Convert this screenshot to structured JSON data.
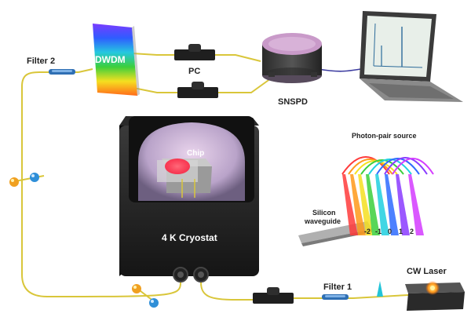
{
  "labels": {
    "filter2": "Filter 2",
    "dwdm": "DWDM",
    "pc": "PC",
    "snspd": "SNSPD",
    "chip": "Chip",
    "photon_pair_source": "Photon-pair source",
    "silicon": "Silicon",
    "waveguide": "waveguide",
    "cryostat": "4 K Cryostat",
    "filter1": "Filter 1",
    "cw_laser": "CW Laser"
  },
  "channels": [
    "-2",
    "-1",
    "0",
    "1",
    "2"
  ],
  "colors": {
    "fiber": "#d9c63a",
    "cryostat_body": "#1b1b1b",
    "snspd_top": "#c99ac9",
    "laser_spot": "#ff8a1a",
    "chip_glow": "#ff2a4a"
  },
  "icons": [
    "laptop-icon",
    "paddle-controller-icon",
    "qubit-sphere-icon"
  ]
}
